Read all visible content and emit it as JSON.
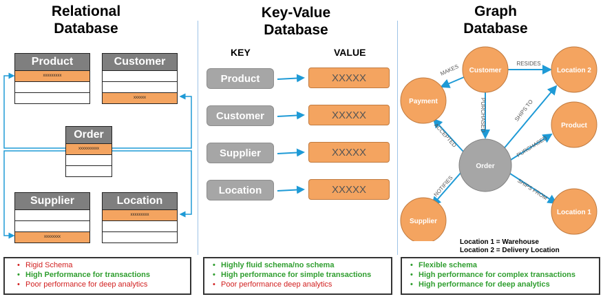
{
  "colors": {
    "orange": "#f4a460",
    "gray": "#7f7f7f",
    "arrow": "#1e9ad6",
    "red": "#d11f1f",
    "green": "#2f9e2f"
  },
  "titles": {
    "relational": "Relational\nDatabase",
    "keyvalue": "Key-Value\nDatabase",
    "graph": "Graph\nDatabase"
  },
  "relational": {
    "product": {
      "name": "Product",
      "rows": [
        "xxxxxxxxx",
        "",
        ""
      ]
    },
    "customer": {
      "name": "Customer",
      "rows": [
        "",
        "",
        "xxxxxx"
      ]
    },
    "order": {
      "name": "Order",
      "rows": [
        "xxxxxxxxxx",
        "",
        ""
      ]
    },
    "supplier": {
      "name": "Supplier",
      "rows": [
        "",
        "",
        "xxxxxxxx"
      ]
    },
    "location": {
      "name": "Location",
      "rows": [
        "xxxxxxxxx",
        "",
        ""
      ]
    }
  },
  "keyvalue": {
    "key_header": "KEY",
    "value_header": "VALUE",
    "pairs": [
      {
        "key": "Product",
        "value": "XXXXX"
      },
      {
        "key": "Customer",
        "value": "XXXXX"
      },
      {
        "key": "Supplier",
        "value": "XXXXX"
      },
      {
        "key": "Location",
        "value": "XXXXX"
      }
    ]
  },
  "graph": {
    "nodes": {
      "customer": "Customer",
      "location2": "Location 2",
      "payment": "Payment",
      "product": "Product",
      "order": "Order",
      "supplier": "Supplier",
      "location1": "Location 1"
    },
    "edges": {
      "makes": "MAKES",
      "resides": "RESIDES",
      "purchased1": "PURCHASED",
      "ships_to": "SHIPS TO",
      "accepted": "ACCEPTED",
      "purchased2": "PURCHASED",
      "notifies": "NOTIFIES",
      "ships_from": "SHIPS FROM"
    },
    "legend": [
      "Location 1 = Warehouse",
      "Location 2 = Delivery Location"
    ]
  },
  "summary": {
    "relational": [
      {
        "text": "Rigid Schema",
        "tone": "red"
      },
      {
        "text": "High Performance for transactions",
        "tone": "green"
      },
      {
        "text": "Poor performance for deep analytics",
        "tone": "red"
      }
    ],
    "keyvalue": [
      {
        "text": "Highly fluid schema/no schema",
        "tone": "green"
      },
      {
        "text": "High performance for simple transactions",
        "tone": "green"
      },
      {
        "text": "Poor performance deep analytics",
        "tone": "red"
      }
    ],
    "graph": [
      {
        "text": "Flexible schema",
        "tone": "green"
      },
      {
        "text": "High performance for complex transactions",
        "tone": "green"
      },
      {
        "text": "High performance for deep analytics",
        "tone": "green"
      }
    ]
  }
}
